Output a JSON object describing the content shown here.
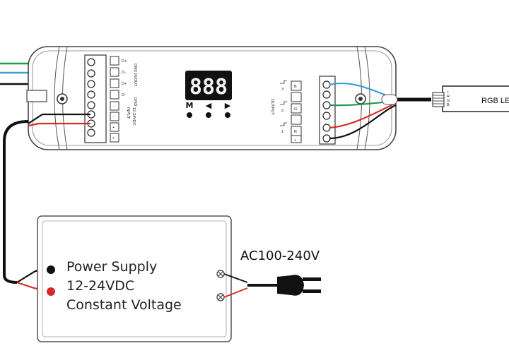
{
  "controller": {
    "display_value": "888",
    "buttons": [
      {
        "label": "M"
      },
      {
        "label": "◀"
      },
      {
        "label": "▶"
      }
    ],
    "dmx_terminals": [
      "D+",
      "D-",
      "D+",
      "D-"
    ],
    "dmx_label": "DMX IN/OUT",
    "gnd_label": "GND",
    "power_terminals": [
      "-",
      "-",
      "+",
      "+"
    ],
    "input_label": "INPUT",
    "input_voltage": "12-24VDC",
    "output_label": "OUTPUT",
    "output_channels": [
      "3",
      "2",
      "1"
    ],
    "output_terminals": [
      "B",
      "G",
      "R",
      "+"
    ]
  },
  "led_strip": {
    "label": "RGB LED",
    "pins": [
      "+",
      "R",
      "G",
      "B"
    ]
  },
  "power_supply": {
    "line1": "Power Supply",
    "line2": "12-24VDC",
    "line3": "Constant Voltage"
  },
  "ac_input": {
    "label": "AC100-240V"
  },
  "colors": {
    "wire_red": "#d42a2a",
    "wire_green": "#1f9a4a",
    "wire_blue": "#3aa0d8",
    "wire_black": "#111111",
    "display_bg": "#111111"
  }
}
